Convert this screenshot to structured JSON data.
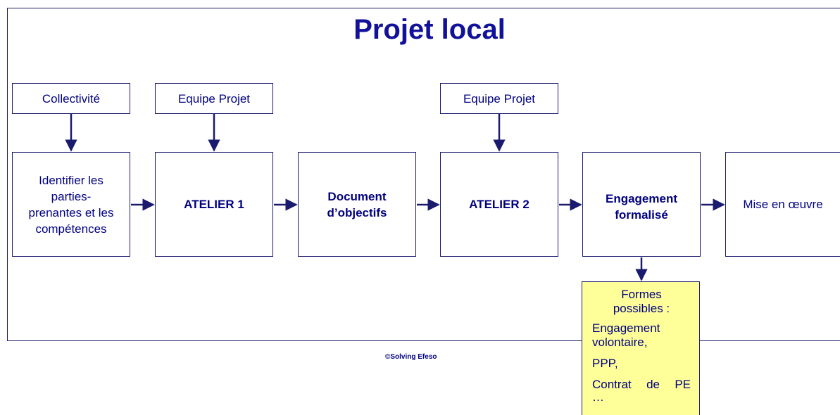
{
  "title": "Projet local",
  "top_boxes": {
    "collectivite": "Collectivité",
    "equipe_projet_1": "Equipe Projet",
    "equipe_projet_2": "Equipe Projet"
  },
  "steps": {
    "identifier": [
      "Identifier les",
      "parties-",
      "prenantes et les",
      "compétences"
    ],
    "atelier1": "ATELIER 1",
    "document": [
      "Document",
      "d’objectifs"
    ],
    "atelier2": "ATELIER 2",
    "engagement": [
      "Engagement",
      "formalisé"
    ],
    "mise_en_oeuvre": "Mise en œuvre"
  },
  "formes": {
    "heading": [
      "Formes",
      "possibles :"
    ],
    "items": [
      [
        "Engagement",
        "volontaire,"
      ],
      [
        "PPP,"
      ],
      [
        "Contrat de PE",
        "…"
      ]
    ]
  },
  "copyright": "©Solving Efeso",
  "colors": {
    "navy": "#1a1a6e",
    "title": "#111199",
    "text": "#000080",
    "note_bg": "#ffff99"
  }
}
